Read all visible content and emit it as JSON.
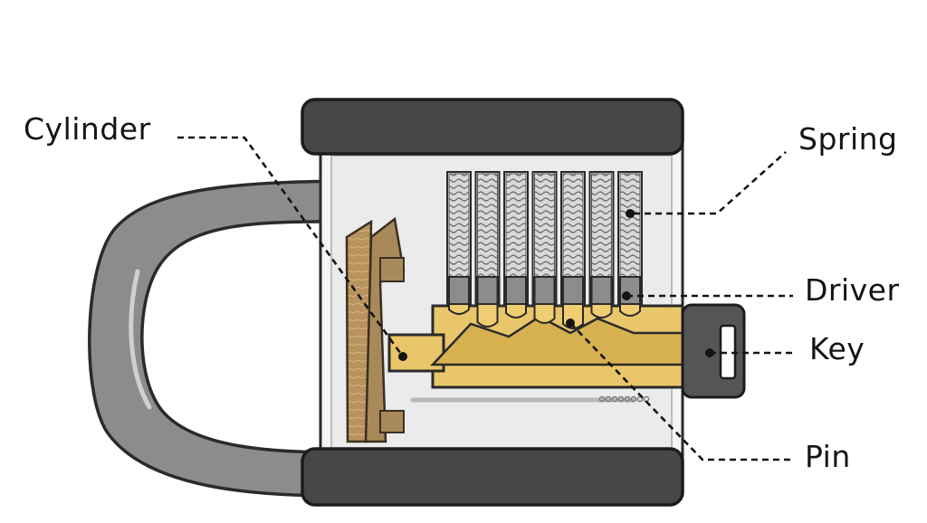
{
  "labels": {
    "cylinder": "Cylinder",
    "spring": "Spring",
    "driver": "Driver",
    "key": "Key",
    "pin": "Pin"
  },
  "colors": {
    "lock_body": "#474747",
    "shackle": "#8a8a8a",
    "brass": "#e9c66a",
    "brass_dark": "#a88a5a",
    "driver_pin": "#8c8c8c",
    "key_head": "#555555",
    "leader_line": "#141414"
  },
  "pin_stack_count": 7
}
